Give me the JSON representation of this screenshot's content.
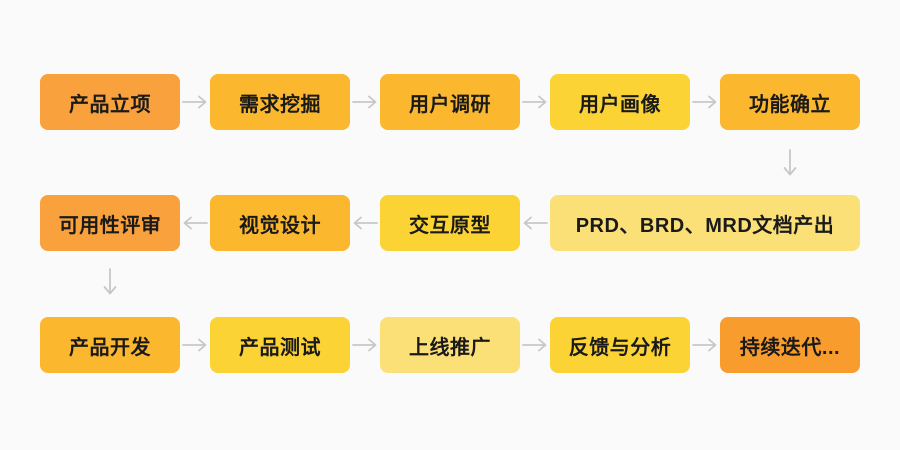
{
  "diagram": {
    "title": "product-development-process-flowchart",
    "background": "#FAFAFA",
    "colors": {
      "orange": "#F9A13C",
      "amber": "#FBB72E",
      "yellow": "#FBD334",
      "pale": "#FBE077",
      "orangeDeep": "#F89C2D",
      "arrow": "#C7C7C7",
      "text": "#1A1A1A"
    },
    "nodes": [
      {
        "label": "产品立项",
        "name": "product-initiation",
        "row": 0,
        "col": 0,
        "color": "orange"
      },
      {
        "label": "需求挖掘",
        "name": "requirement-mining",
        "row": 0,
        "col": 1,
        "color": "amber"
      },
      {
        "label": "用户调研",
        "name": "user-research",
        "row": 0,
        "col": 2,
        "color": "amber"
      },
      {
        "label": "用户画像",
        "name": "user-persona",
        "row": 0,
        "col": 3,
        "color": "yellow"
      },
      {
        "label": "功能确立",
        "name": "feature-definition",
        "row": 0,
        "col": 4,
        "color": "amber"
      },
      {
        "label": "PRD、BRD、MRD文档产出",
        "name": "prd-brd-mrd-output",
        "row": 1,
        "col": 3,
        "colspan": 2,
        "color": "pale"
      },
      {
        "label": "交互原型",
        "name": "interaction-prototype",
        "row": 1,
        "col": 2,
        "color": "yellow"
      },
      {
        "label": "视觉设计",
        "name": "visual-design",
        "row": 1,
        "col": 1,
        "color": "amber"
      },
      {
        "label": "可用性评审",
        "name": "usability-review",
        "row": 1,
        "col": 0,
        "color": "orange"
      },
      {
        "label": "产品开发",
        "name": "product-development",
        "row": 2,
        "col": 0,
        "color": "amber"
      },
      {
        "label": "产品测试",
        "name": "product-testing",
        "row": 2,
        "col": 1,
        "color": "yellow"
      },
      {
        "label": "上线推广",
        "name": "launch-promotion",
        "row": 2,
        "col": 2,
        "color": "pale"
      },
      {
        "label": "反馈与分析",
        "name": "feedback-analysis",
        "row": 2,
        "col": 3,
        "color": "yellow"
      },
      {
        "label": "持续迭代...",
        "name": "continuous-iteration",
        "row": 2,
        "col": 4,
        "color": "orangeDeep"
      }
    ],
    "connections": [
      {
        "from": "产品立项",
        "to": "需求挖掘",
        "direction": "right"
      },
      {
        "from": "需求挖掘",
        "to": "用户调研",
        "direction": "right"
      },
      {
        "from": "用户调研",
        "to": "用户画像",
        "direction": "right"
      },
      {
        "from": "用户画像",
        "to": "功能确立",
        "direction": "right"
      },
      {
        "from": "功能确立",
        "to": "PRD、BRD、MRD文档产出",
        "direction": "down"
      },
      {
        "from": "PRD、BRD、MRD文档产出",
        "to": "交互原型",
        "direction": "left"
      },
      {
        "from": "交互原型",
        "to": "视觉设计",
        "direction": "left"
      },
      {
        "from": "视觉设计",
        "to": "可用性评审",
        "direction": "left"
      },
      {
        "from": "可用性评审",
        "to": "产品开发",
        "direction": "down"
      },
      {
        "from": "产品开发",
        "to": "产品测试",
        "direction": "right"
      },
      {
        "from": "产品测试",
        "to": "上线推广",
        "direction": "right"
      },
      {
        "from": "上线推广",
        "to": "反馈与分析",
        "direction": "right"
      },
      {
        "from": "反馈与分析",
        "to": "持续迭代...",
        "direction": "right"
      }
    ]
  }
}
